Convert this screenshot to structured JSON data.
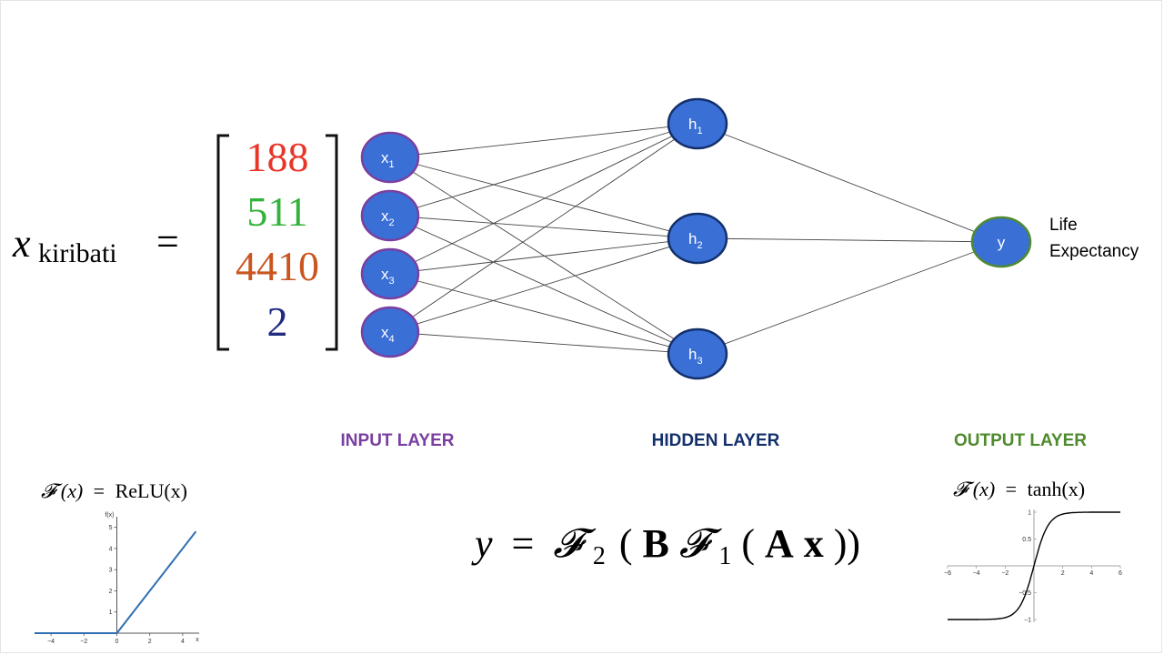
{
  "vector": {
    "name": "x",
    "subscript": "kiribati",
    "equals": "=",
    "values": [
      {
        "text": "188",
        "color": "#e8352a"
      },
      {
        "text": "511",
        "color": "#33b33b"
      },
      {
        "text": "4410",
        "color": "#c9551f"
      },
      {
        "text": "2",
        "color": "#1f2a80"
      }
    ]
  },
  "colors": {
    "node_fill": "#3a6fd6",
    "input_border": "#7a3fa0",
    "hidden_border": "#14306b",
    "output_border": "#4f8a2e",
    "edge": "#444444"
  },
  "input_nodes": [
    {
      "base": "x",
      "sub": "1"
    },
    {
      "base": "x",
      "sub": "2"
    },
    {
      "base": "x",
      "sub": "3"
    },
    {
      "base": "x",
      "sub": "4"
    }
  ],
  "hidden_nodes": [
    {
      "base": "h",
      "sub": "1"
    },
    {
      "base": "h",
      "sub": "2"
    },
    {
      "base": "h",
      "sub": "3"
    }
  ],
  "output_node": {
    "base": "y",
    "sub": ""
  },
  "output_label": {
    "line1": "Life",
    "line2": "Expectancy"
  },
  "layer_labels": {
    "input": "INPUT LAYER",
    "hidden": "HIDDEN LAYER",
    "output": "OUTPUT LAYER",
    "input_color": "#7a3fa0",
    "hidden_color": "#14306b",
    "output_color": "#4f8a2e"
  },
  "formula": {
    "y": "y",
    "eq": "=",
    "F": "𝓕",
    "sub2": "2",
    "B": "B",
    "sub1": "1",
    "A": "A",
    "x": "x"
  },
  "relu": {
    "title_F": "𝓕",
    "title_arg": "(x)",
    "title_eq": "=",
    "title_func": "ReLU(x)",
    "ylabel": "f(x)",
    "xlabel": "x",
    "xticks": [
      "−4",
      "−2",
      "0",
      "2",
      "4"
    ],
    "yticks": [
      "1",
      "2",
      "3",
      "4",
      "5"
    ],
    "line_color": "#2f6fb2"
  },
  "tanh": {
    "title_F": "𝓕",
    "title_arg": "(x)",
    "title_eq": "=",
    "title_func": "tanh(x)",
    "xticks": [
      "−6",
      "−4",
      "−2",
      "2",
      "4",
      "6"
    ],
    "yticks": [
      "1",
      "0.5",
      "−0.5",
      "−1"
    ],
    "line_color": "#000000"
  }
}
